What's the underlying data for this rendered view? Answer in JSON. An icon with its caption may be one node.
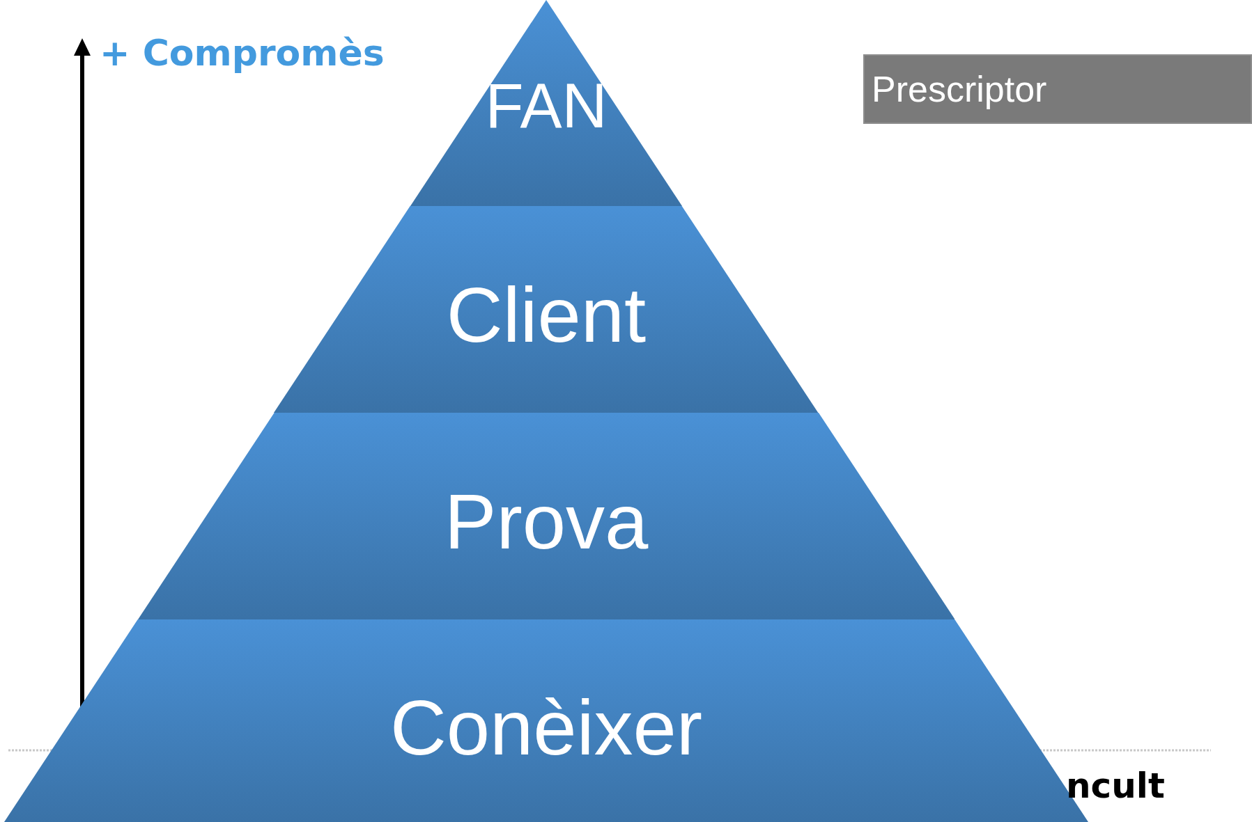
{
  "diagram": {
    "nodes": [
      {
        "text": [
          "FAN"
        ]
      },
      {
        "text": [
          "Client"
        ]
      },
      {
        "text": [
          "Prova"
        ]
      },
      {
        "text": [
          "Conèixer"
        ]
      },
      {
        "text": [
          "Prescriptor"
        ]
      }
    ],
    "labels": [
      "+ Compromès",
      "ncult"
    ]
  }
}
